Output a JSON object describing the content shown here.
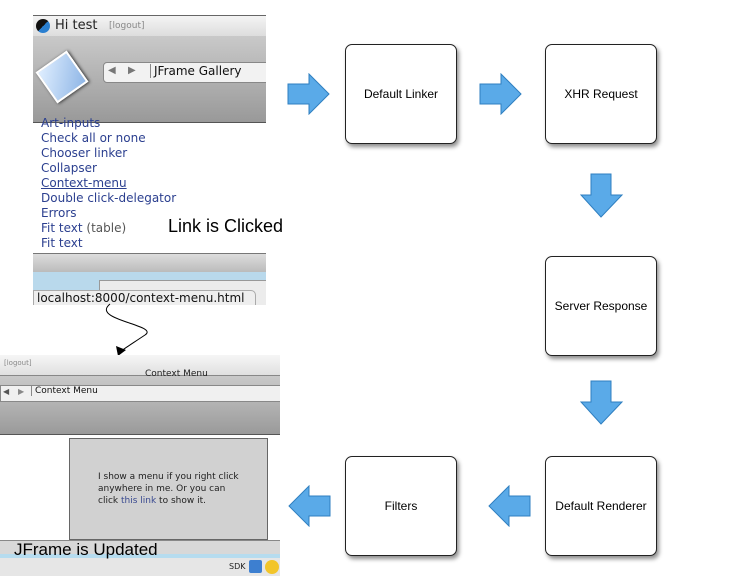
{
  "nodes": {
    "default_linker": "Default Linker",
    "xhr_request": "XHR Request",
    "server_response": "Server Response",
    "default_renderer": "Default Renderer",
    "filters": "Filters"
  },
  "colors": {
    "arrow": "#5aaae8",
    "arrow_stroke": "#2f7fc0"
  },
  "top_shot": {
    "greeting": "Hi test",
    "logout": "[logout]",
    "nav_title": "JFrame Gallery",
    "links": [
      "Art-inputs",
      "Check all or none",
      "Chooser linker",
      "Collapser",
      "Context-menu",
      "Double click-delegator",
      "Errors",
      "Fit text",
      "(table)",
      "Fit text"
    ],
    "status_url": "localhost:8000/context-menu.html",
    "caption": "Link is Clicked"
  },
  "bottom_shot": {
    "logout": "[logout]",
    "window_title": "Context Menu",
    "nav_title": "Context Menu",
    "body_text_1": "I show a menu if you right click anywhere in me. Or you can click ",
    "body_link": "this link",
    "body_text_2": " to show it.",
    "sdk": "SDK",
    "caption": "JFrame is Updated"
  }
}
